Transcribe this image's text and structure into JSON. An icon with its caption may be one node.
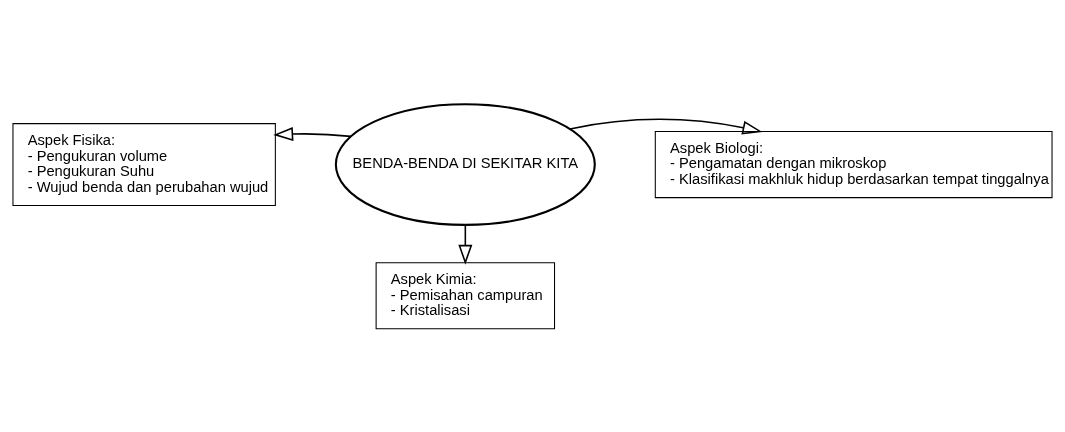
{
  "diagram": {
    "nodes": [
      {
        "text": [
          "BENDA-BENDA DI SEKITAR KITA"
        ]
      },
      {
        "text": [
          "Aspek Fisika:",
          "- Pengukuran volume",
          "- Pengukuran Suhu",
          "- Wujud benda dan perubahan wujud"
        ]
      },
      {
        "text": [
          "Aspek Biologi:",
          "- Pengamatan dengan mikroskop",
          "- Klasifikasi makhluk hidup berdasarkan tempat tinggalnya"
        ]
      },
      {
        "text": [
          "Aspek Kimia:",
          "- Pemisahan campuran",
          "- Kristalisasi"
        ]
      }
    ],
    "edges": [
      {
        "from": 0,
        "to": 1,
        "arrow": "to"
      },
      {
        "from": 0,
        "to": 2,
        "arrow": "to"
      },
      {
        "from": 0,
        "to": 3,
        "arrow": "to"
      }
    ]
  }
}
